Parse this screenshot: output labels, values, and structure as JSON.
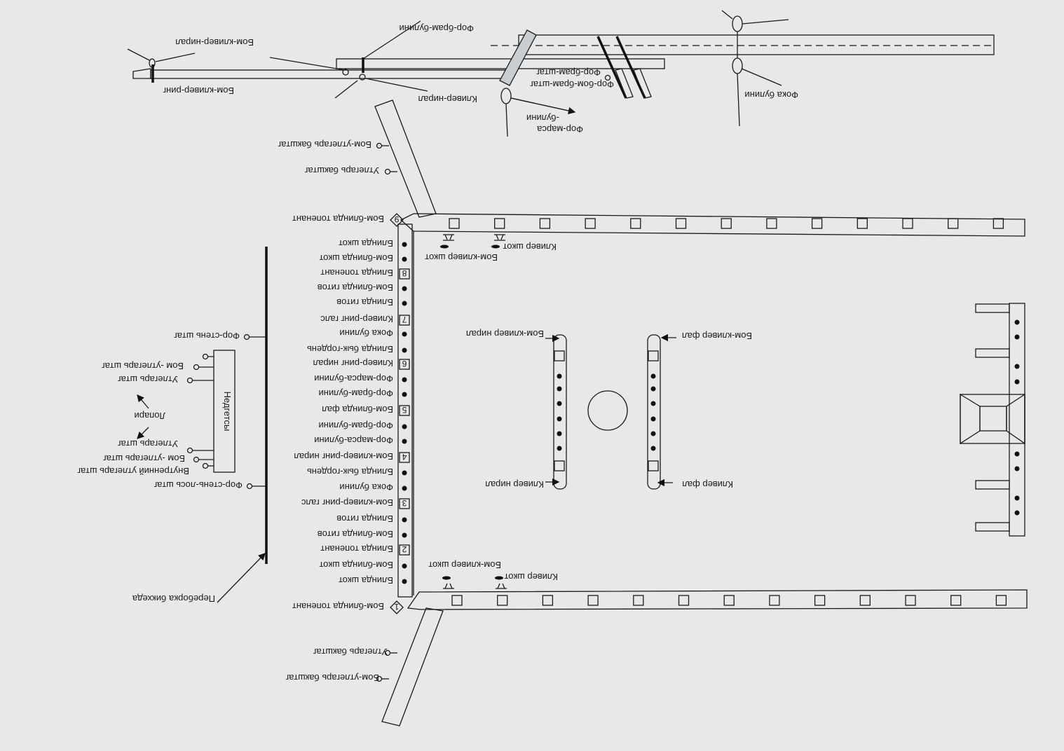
{
  "rail_labels": [
    "Бом-блинда топенант",
    "Блинда шкот",
    "Бом-блинда шкот",
    "Блинда топенант",
    "Бом-блинда гитов",
    "Блинда гитов",
    "Кливер-ринг галс",
    "Фока булини",
    "Блинда бык-гордень",
    "Кливер-ринг нирал",
    "Фор-марса-булини",
    "Фор-брам-булини",
    "Бом-блинда фал",
    "Фор-брам-булини",
    "Фор-марса-булини",
    "Бом-кливер-ринг нирал",
    "Блинда бык-гордень",
    "Фока булини",
    "Бом-кливер-ринг галс",
    "Блинда гитов",
    "Бом-блинда гитов",
    "Блинда топенант",
    "Бом-блинда шкот",
    "Блинда шкот",
    "Бом-блинда топенант"
  ],
  "rail_numbers": [
    "9",
    "8",
    "7",
    "6",
    "5",
    "4",
    "3",
    "2",
    "1"
  ],
  "other_labels": {
    "bom_utlegar_bakshtag_top": "Бом-утлегарь бакштаг",
    "utlegar_bakshtag_top": "Утлегарь бакштаг",
    "bom_utlegar_bakshtag_bottom": "Бом-утлегарь бакштаг",
    "utlegar_bakshtag_bottom": "Утлегарь бакштаг",
    "bom_kliver_niral": "Бом-кливер-нирал",
    "bom_kliver_ring": "Бом-кливер-ринг",
    "for_bram_bulini": "Фор-брам-булини",
    "kliver_niral": "Кливер-нирал",
    "for_bom_bram_shtag": "Фор-бом-брам-штаг",
    "for_bram_shtag": "Фор-брам-штаг",
    "for_marsa": "Фор-марса",
    "bulini": "-булини",
    "foka_bulini": "Фока булини",
    "kliver_shkot_top": "Кливер шкот",
    "bom_kliver_shkot_top": "Бом-кливер шкот",
    "kliver_shkot_bottom": "Кливер шкот",
    "bom_kliver_shkot_bottom": "Бом-кливер шкот",
    "bom_kliver_niral_pin": "Бом-кливер нирал",
    "kliver_niral_pin": "Кливер нирал",
    "bom_kliver_fal": "Бом-кливер фал",
    "kliver_fal": "Кливер фал",
    "for_sten_shtag": "Фор-стень штаг",
    "bom_utlegar_shtag_1": "Бом -утлегарь штаг",
    "utlegar_shtag_1": "Утлегарь штаг",
    "lopari": "Лопари",
    "utlegar_shtag_2": "Утлегарь штаг",
    "bom_utlegar_shtag_2": "Бом -утлегарь штаг",
    "vnutr_utlegar_shtag": "Внутренний утлегарь штаг",
    "for_sten_los_shtag": "Фор-стень-лось штаг",
    "pereborka": "Переборка  бикхеда",
    "nedgetsy": "Недгетсы"
  }
}
